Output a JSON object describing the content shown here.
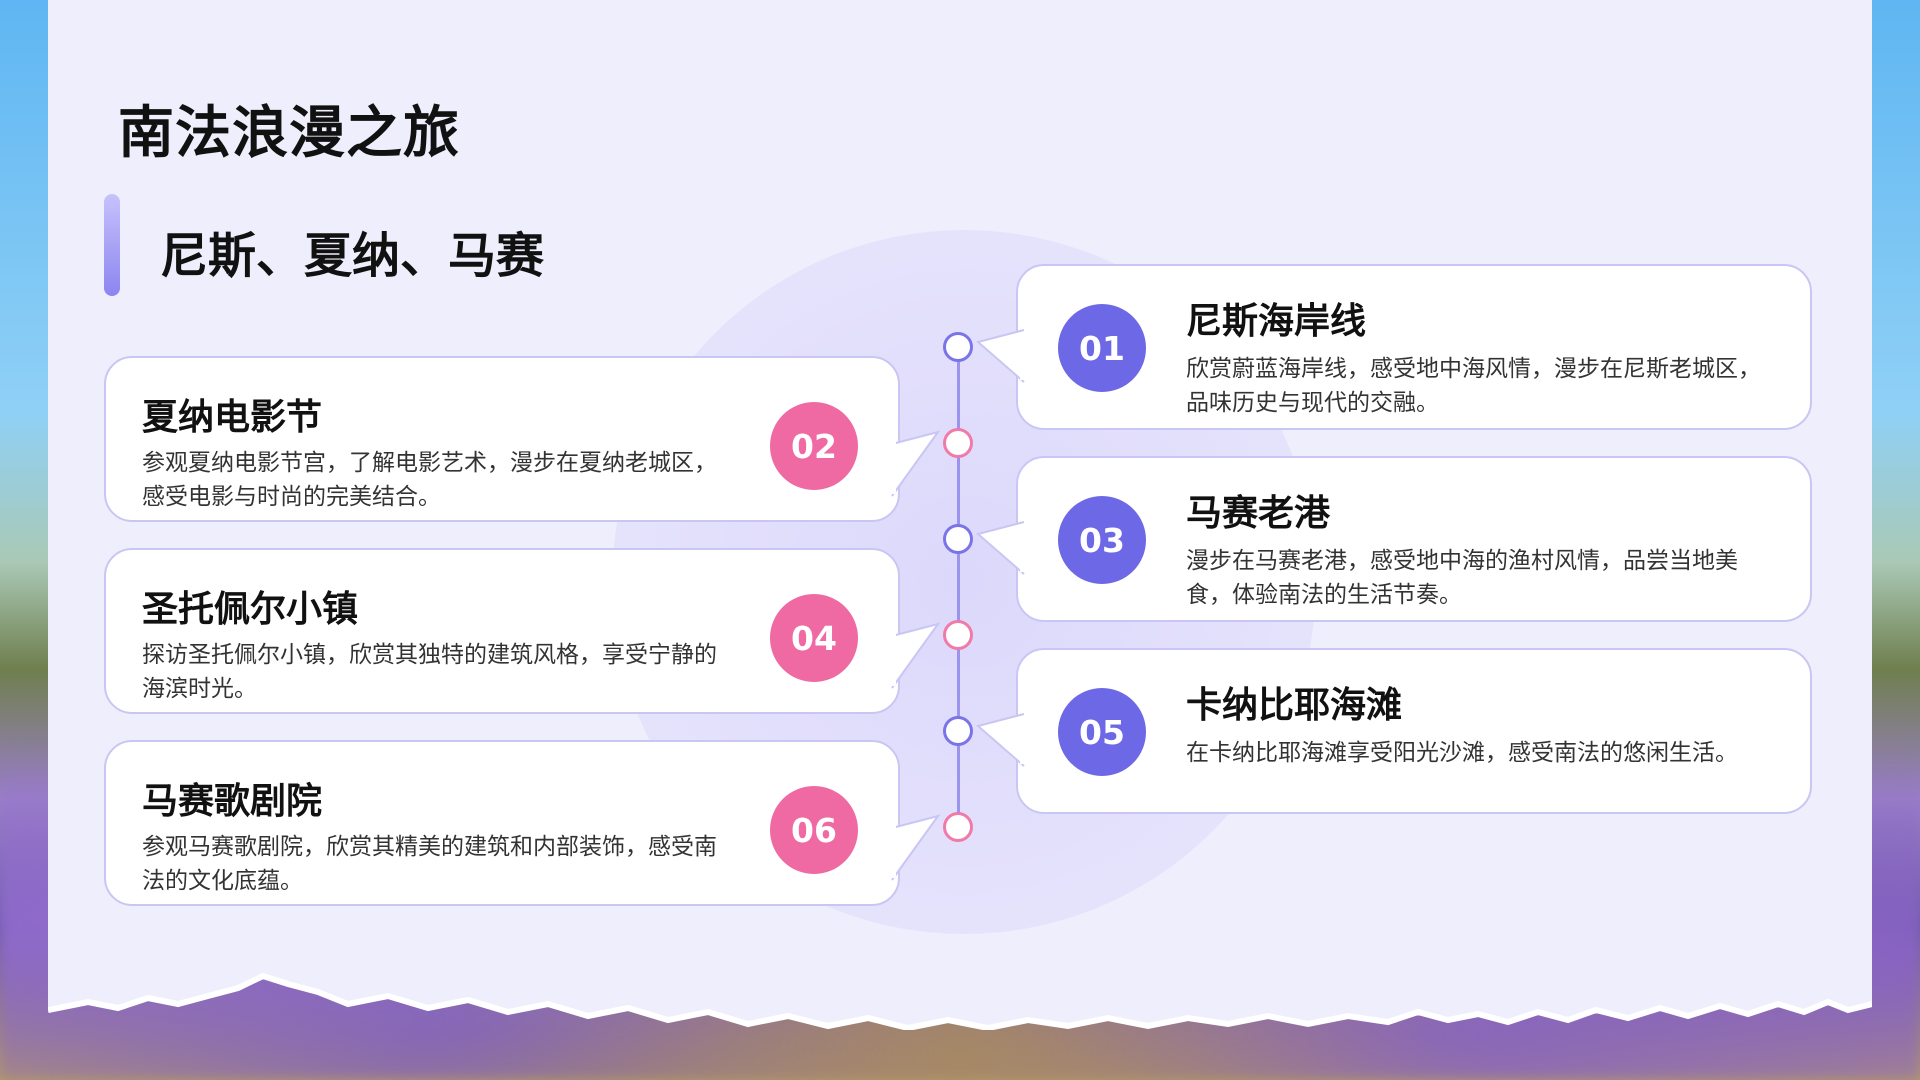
{
  "slide": {
    "title": "南法浪漫之旅",
    "subtitle": "尼斯、夏纳、马赛"
  },
  "colors": {
    "accent_blue": "#6d68e6",
    "accent_pink": "#ef6aa3",
    "panel_bg": "#eeeefc",
    "timeline": "#9a94ee"
  },
  "stops": [
    {
      "number": "01",
      "title": "尼斯海岸线",
      "desc_line1": "欣赏蔚蓝海岸线，感受地中海风情，漫步在尼斯老城区，",
      "desc_line2": "品味历史与现代的交融。",
      "color": "blue",
      "side": "right"
    },
    {
      "number": "02",
      "title": "夏纳电影节",
      "desc_line1": "参观夏纳电影节宫，了解电影艺术，漫步在夏纳老城区，",
      "desc_line2": "感受电影与时尚的完美结合。",
      "color": "pink",
      "side": "left"
    },
    {
      "number": "03",
      "title": "马赛老港",
      "desc_line1": "漫步在马赛老港，感受地中海的渔村风情，品尝当地美",
      "desc_line2": "食，体验南法的生活节奏。",
      "color": "blue",
      "side": "right"
    },
    {
      "number": "04",
      "title": "圣托佩尔小镇",
      "desc_line1": "探访圣托佩尔小镇，欣赏其独特的建筑风格，享受宁静的",
      "desc_line2": "海滨时光。",
      "color": "pink",
      "side": "left"
    },
    {
      "number": "05",
      "title": "卡纳比耶海滩",
      "desc_line1": "在卡纳比耶海滩享受阳光沙滩，感受南法的悠闲生活。",
      "desc_line2": "",
      "color": "blue",
      "side": "right"
    },
    {
      "number": "06",
      "title": "马赛歌剧院",
      "desc_line1": "参观马赛歌剧院，欣赏其精美的建筑和内部装饰，感受南",
      "desc_line2": "法的文化底蕴。",
      "color": "pink",
      "side": "left"
    }
  ]
}
